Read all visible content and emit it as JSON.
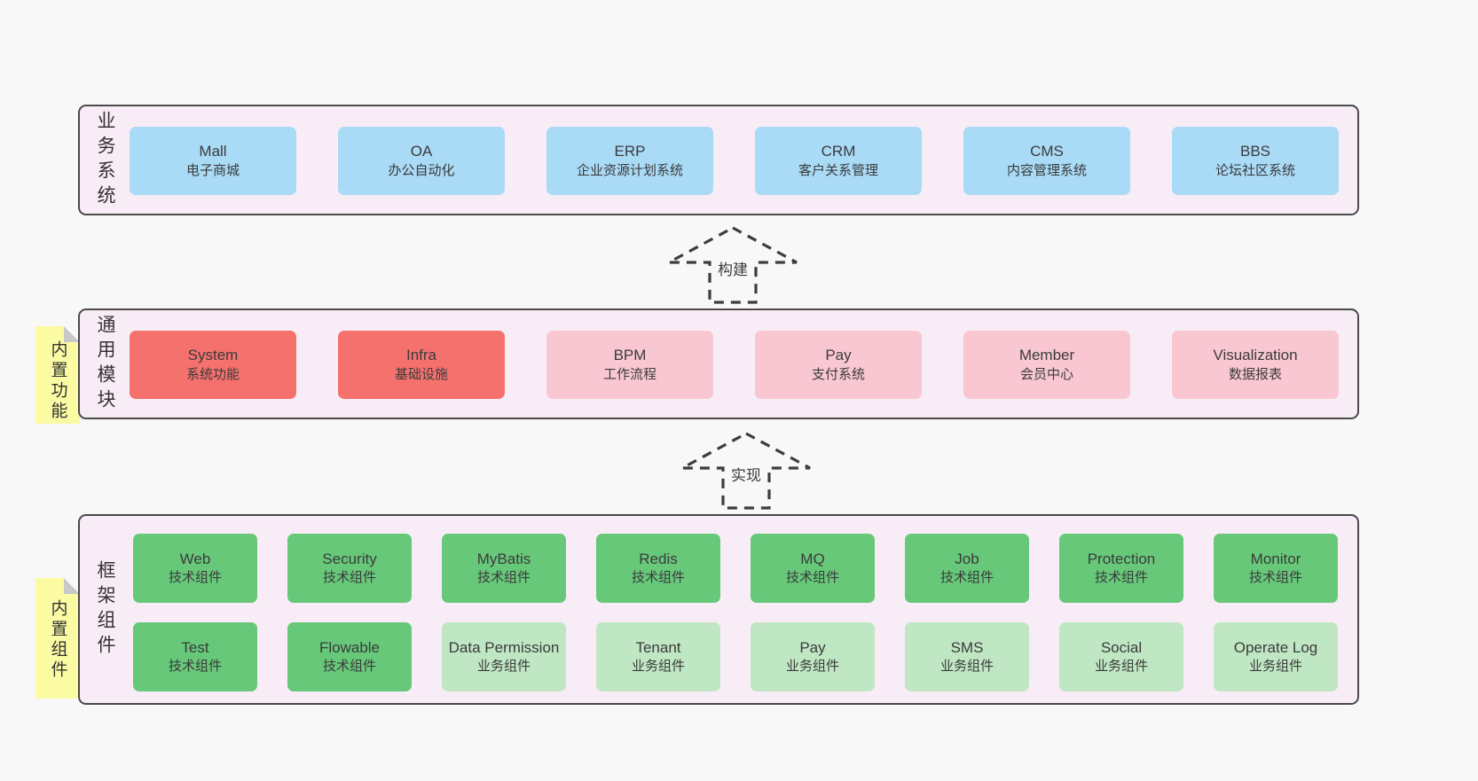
{
  "colors": {
    "page_bg": "#f8f8f8",
    "band_bg": "#f8edf6",
    "band_border": "#4a4a4a",
    "box_blue": "#a9daf6",
    "box_red": "#f4716e",
    "box_pink": "#f9c7d1",
    "box_green_dark": "#67c87a",
    "box_green_light": "#c0e7c3",
    "sticky_yellow": "#fbfba4",
    "sticky_fold_gray": "#c9c9c9",
    "text": "#3b3b3b"
  },
  "band_business": {
    "side_label": "业务系统",
    "boxes": [
      {
        "title": "Mall",
        "subtitle": "电子商城"
      },
      {
        "title": "OA",
        "subtitle": "办公自动化"
      },
      {
        "title": "ERP",
        "subtitle": "企业资源计划系统"
      },
      {
        "title": "CRM",
        "subtitle": "客户关系管理"
      },
      {
        "title": "CMS",
        "subtitle": "内容管理系统"
      },
      {
        "title": "BBS",
        "subtitle": "论坛社区系统"
      }
    ]
  },
  "arrow_build": {
    "label": "构建"
  },
  "band_modules": {
    "sticky": "内置功能",
    "side_label": "通用模块",
    "boxes": [
      {
        "title": "System",
        "subtitle": "系统功能"
      },
      {
        "title": "Infra",
        "subtitle": "基础设施"
      },
      {
        "title": "BPM",
        "subtitle": "工作流程"
      },
      {
        "title": "Pay",
        "subtitle": "支付系统"
      },
      {
        "title": "Member",
        "subtitle": "会员中心"
      },
      {
        "title": "Visualization",
        "subtitle": "数据报表"
      }
    ]
  },
  "arrow_implement": {
    "label": "实现"
  },
  "band_components": {
    "sticky": "内置组件",
    "side_label": "框架组件",
    "row1": [
      {
        "title": "Web",
        "subtitle": "技术组件"
      },
      {
        "title": "Security",
        "subtitle": "技术组件"
      },
      {
        "title": "MyBatis",
        "subtitle": "技术组件"
      },
      {
        "title": "Redis",
        "subtitle": "技术组件"
      },
      {
        "title": "MQ",
        "subtitle": "技术组件"
      },
      {
        "title": "Job",
        "subtitle": "技术组件"
      },
      {
        "title": "Protection",
        "subtitle": "技术组件"
      },
      {
        "title": "Monitor",
        "subtitle": "技术组件"
      }
    ],
    "row2": [
      {
        "title": "Test",
        "subtitle": "技术组件"
      },
      {
        "title": "Flowable",
        "subtitle": "技术组件"
      },
      {
        "title": "Data Permission",
        "subtitle": "业务组件"
      },
      {
        "title": "Tenant",
        "subtitle": "业务组件"
      },
      {
        "title": "Pay",
        "subtitle": "业务组件"
      },
      {
        "title": "SMS",
        "subtitle": "业务组件"
      },
      {
        "title": "Social",
        "subtitle": "业务组件"
      },
      {
        "title": "Operate Log",
        "subtitle": "业务组件"
      }
    ]
  }
}
